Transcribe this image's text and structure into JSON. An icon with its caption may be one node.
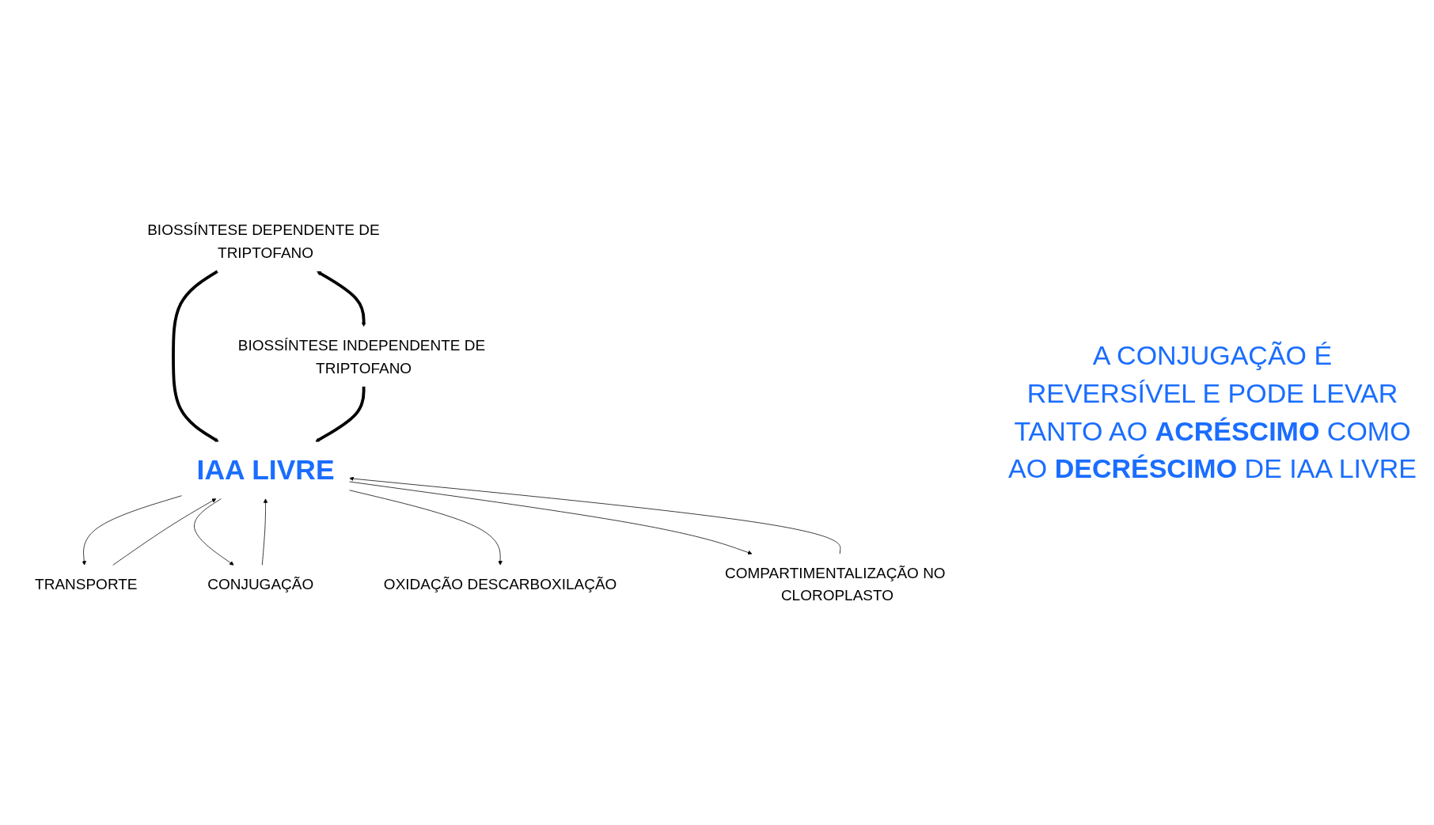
{
  "diagram": {
    "nodes": [
      {
        "text": [
          "BIOSSÍNTESE DEPENDENTE DE TRIPTOFANO"
        ]
      },
      {
        "text": [
          "BIOSSÍNTESE INDEPENDENTE DE TRIPTOFANO"
        ]
      },
      {
        "text": [
          "IAA LIVRE"
        ]
      },
      {
        "text": [
          "TRANSPORTE"
        ]
      },
      {
        "text": [
          "CONJUGAÇÃO"
        ]
      },
      {
        "text": [
          "OXIDAÇÃO DESCARBOXILAÇÃO"
        ]
      },
      {
        "text": [
          "COMPARTIMENTALIZAÇÃO NO CLOROPLASTO"
        ]
      }
    ],
    "edges": [
      {
        "from": 0,
        "to": 1,
        "arrow": "both",
        "style": "thick"
      },
      {
        "from": 0,
        "to": 2,
        "arrow": "to",
        "style": "thick"
      },
      {
        "from": 1,
        "to": 2,
        "arrow": "to",
        "style": "thick"
      },
      {
        "from": 3,
        "to": 2,
        "arrow": "to"
      },
      {
        "from": 2,
        "to": 3,
        "arrow": "to"
      },
      {
        "from": 2,
        "to": 4,
        "arrow": "to"
      },
      {
        "from": 4,
        "to": 2,
        "arrow": "to"
      },
      {
        "from": 2,
        "to": 5,
        "arrow": "to"
      },
      {
        "from": 6,
        "to": 2,
        "arrow": "to"
      },
      {
        "from": 2,
        "to": 6,
        "arrow": "to"
      }
    ],
    "labels": [
      "A CONJUGAÇÃO É REVERSÍVEL E PODE LEVAR TANTO AO **ACRÉSCIMO** COMO AO **DECRÉSCIMO** DE IAA LIVRE"
    ]
  }
}
